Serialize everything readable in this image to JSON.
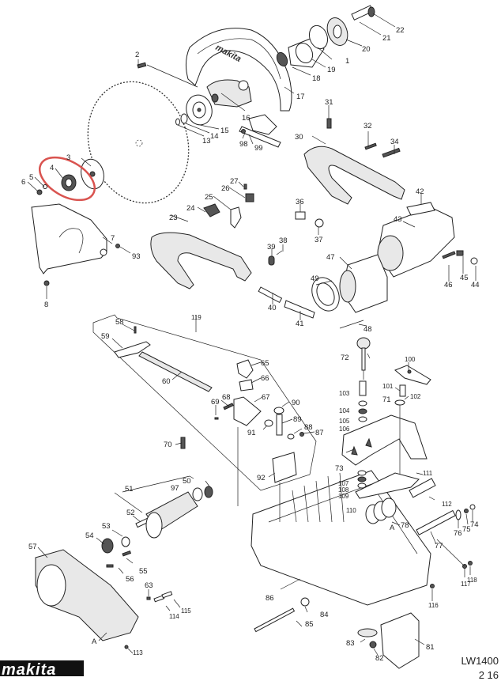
{
  "document": {
    "model": "LW1400",
    "page_number": "2 16",
    "brand_logo": "makita",
    "guard_brand_text": "makita"
  },
  "highlight": {
    "part": "4",
    "color": "#d9534f"
  },
  "parts": [
    "1",
    "2",
    "3",
    "4",
    "5",
    "6",
    "7",
    "8",
    "13",
    "14",
    "15",
    "16",
    "17",
    "18",
    "19",
    "20",
    "21",
    "22",
    "23",
    "24",
    "25",
    "26",
    "27",
    "30",
    "31",
    "32",
    "34",
    "36",
    "37",
    "38",
    "39",
    "40",
    "41",
    "42",
    "43",
    "44",
    "45",
    "46",
    "47",
    "48",
    "49",
    "50",
    "51",
    "52",
    "53",
    "54",
    "55",
    "56",
    "57",
    "58",
    "59",
    "60",
    "63",
    "65",
    "66",
    "67",
    "68",
    "69",
    "70",
    "71",
    "72",
    "73",
    "74",
    "75",
    "76",
    "77",
    "78",
    "81",
    "82",
    "83",
    "84",
    "85",
    "86",
    "87",
    "88",
    "89",
    "90",
    "91",
    "92",
    "93",
    "97",
    "98",
    "99",
    "100",
    "101",
    "102",
    "103",
    "104",
    "105",
    "106",
    "107",
    "108",
    "109",
    "110",
    "111",
    "112",
    "113",
    "114",
    "115",
    "116",
    "117",
    "118",
    "119",
    "A",
    "A"
  ],
  "labels": {
    "p1": "1",
    "p2": "2",
    "p3": "3",
    "p4": "4",
    "p5": "5",
    "p6": "6",
    "p7": "7",
    "p8": "8",
    "p13": "13",
    "p14": "14",
    "p15": "15",
    "p16": "16",
    "p17": "17",
    "p18": "18",
    "p19": "19",
    "p20": "20",
    "p21": "21",
    "p22": "22",
    "p23": "23",
    "p24": "24",
    "p25": "25",
    "p26": "26",
    "p27": "27",
    "p30": "30",
    "p31": "31",
    "p32": "32",
    "p34": "34",
    "p36": "36",
    "p37": "37",
    "p38": "38",
    "p39": "39",
    "p40": "40",
    "p41": "41",
    "p42": "42",
    "p43": "43",
    "p44": "44",
    "p45": "45",
    "p46": "46",
    "p47": "47",
    "p48": "48",
    "p49": "49",
    "p50": "50",
    "p51": "51",
    "p52": "52",
    "p53": "53",
    "p54": "54",
    "p55": "55",
    "p56": "56",
    "p57": "57",
    "p58": "58",
    "p59": "59",
    "p60": "60",
    "p63": "63",
    "p65": "65",
    "p66": "66",
    "p67": "67",
    "p68": "68",
    "p69": "69",
    "p70": "70",
    "p71": "71",
    "p72": "72",
    "p73": "73",
    "p74": "74",
    "p75": "75",
    "p76": "76",
    "p77": "77",
    "p78": "78",
    "p81": "81",
    "p82": "82",
    "p83": "83",
    "p84": "84",
    "p85": "85",
    "p86": "86",
    "p87": "87",
    "p88": "88",
    "p89": "89",
    "p90": "90",
    "p91": "91",
    "p92": "92",
    "p93": "93",
    "p97": "97",
    "p98": "98",
    "p99": "99",
    "p100": "100",
    "p101": "101",
    "p102": "102",
    "p103": "103",
    "p104": "104",
    "p105": "105",
    "p106": "106",
    "p107": "107",
    "p108": "108",
    "p109": "109",
    "p110": "110",
    "p111": "111",
    "p112": "112",
    "p113": "113",
    "p114": "114",
    "p115": "115",
    "p116": "116",
    "p117": "117",
    "p118": "118",
    "p119": "119",
    "pA1": "A",
    "pA2": "A"
  }
}
